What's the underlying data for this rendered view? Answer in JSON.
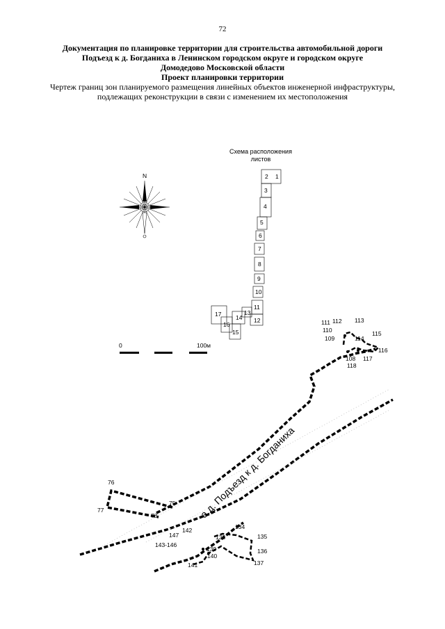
{
  "page_number": "72",
  "header": {
    "line1": "Документация по планировке территории для строительства автомобильной дороги",
    "line2": "Подъезд к д. Богданиха в Ленинском городском округе и городском округе",
    "line3": "Домодедово Московской области",
    "line4": "Проект планировки территории",
    "line5": "Чертеж границ зон планируемого размещения линейных объектов инженерной инфраструктуры,",
    "line6": "подлежащих реконструкции в связи с изменением их местоположения"
  },
  "compass": {
    "north": "N",
    "icon": "compass-rose-icon"
  },
  "scheme": {
    "title": "Схема расположения листов",
    "sheets": [
      "1",
      "2",
      "3",
      "4",
      "5",
      "6",
      "7",
      "8",
      "9",
      "10",
      "11",
      "12",
      "13",
      "14",
      "15",
      "16",
      "17"
    ]
  },
  "scale": {
    "start": "0",
    "end": "100м"
  },
  "road_label": "а.д. Подъезд к д. Богданиха",
  "points": {
    "p75": "75",
    "p76": "76",
    "p77": "77",
    "p78": "78",
    "p108": "108",
    "p109": "109",
    "p110": "110",
    "p111": "111",
    "p112": "112",
    "p113": "113",
    "p114": "114",
    "p115": "115",
    "p116": "116",
    "p117": "117",
    "p118": "118",
    "p134": "134",
    "p135": "135",
    "p136": "136",
    "p137": "137",
    "p138": "138",
    "p139": "139",
    "p140": "140",
    "p141": "141",
    "p142": "142",
    "p143_146": "143-146",
    "p147": "147"
  }
}
